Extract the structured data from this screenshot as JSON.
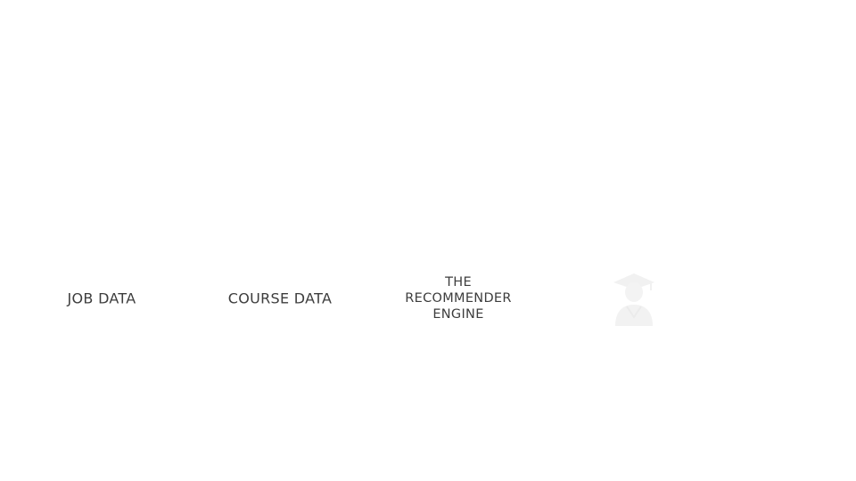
{
  "steps": [
    {
      "label": "JOB DATA"
    },
    {
      "label": "COURSE DATA"
    },
    {
      "lines": [
        "THE",
        "RECOMMENDER",
        "ENGINE"
      ]
    }
  ],
  "student_icon": {
    "icon": "graduate-student-icon",
    "color": "#f2f2f2"
  }
}
